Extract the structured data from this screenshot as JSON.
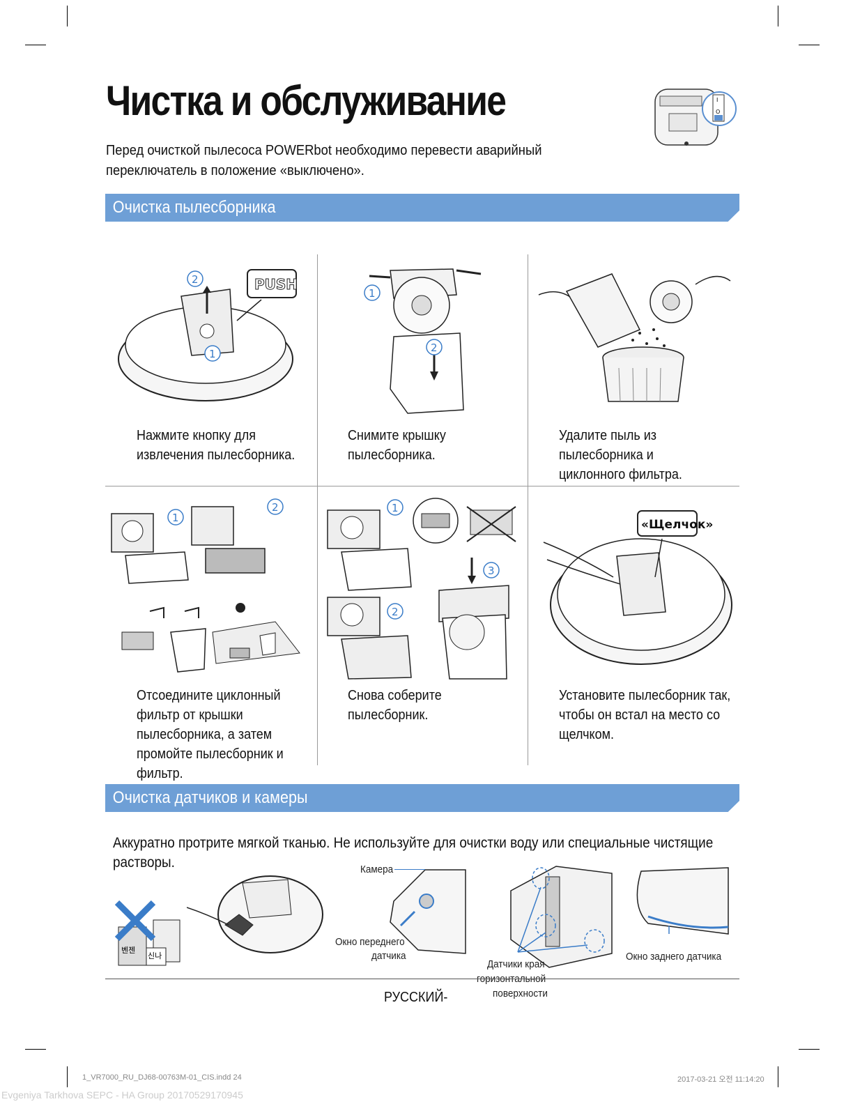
{
  "header": {
    "title": "Чистка и обслуживание",
    "intro": "Перед очисткой пылесоса POWERbot необходимо перевести аварийный переключатель в положение «выключено»."
  },
  "section1": {
    "title": "Очистка пылесборника",
    "steps": [
      {
        "caption": "Нажмите кнопку для извлечения пылесборника.",
        "callout": "PUSH",
        "markers": [
          "1",
          "2"
        ]
      },
      {
        "caption": "Снимите крышку пылесборника.",
        "markers": [
          "1",
          "2"
        ]
      },
      {
        "caption": "Удалите пыль из пылесборника и циклонного фильтра."
      },
      {
        "caption": "Отсоедините циклонный фильтр от крышки пылесборника, а затем промойте пылесборник и фильтр.",
        "markers": [
          "1",
          "2"
        ]
      },
      {
        "caption": "Снова соберите пылесборник.",
        "markers": [
          "1",
          "2",
          "3"
        ]
      },
      {
        "caption": "Установите пылесборник так, чтобы он встал на место со щелчком.",
        "callout": "«Щелчок»"
      }
    ]
  },
  "section2": {
    "title": "Очистка датчиков и камеры",
    "text": "Аккуратно протрите мягкой тканью. Не используйте для очистки воду или специальные чистящие растворы.",
    "labels": {
      "camera": "Камера",
      "front_sensor_l1": "Окно переднего",
      "front_sensor_l2": "датчика",
      "edge_l1": "Датчики края",
      "edge_l2": "горизонтальной",
      "edge_l3": "поверхности",
      "rear_sensor": "Окно заднего датчика"
    },
    "bottle_labels": [
      "벤젠",
      "신나"
    ]
  },
  "footer": {
    "page_label": "РУССКИЙ-",
    "slug_left": "1_VR7000_RU_DJ68-00763M-01_CIS.indd   24",
    "slug_right": "2017-03-21   오전 11:14:20",
    "watermark": "Evgeniya Tarkhova SEPC - HA Group 20170529170945"
  }
}
